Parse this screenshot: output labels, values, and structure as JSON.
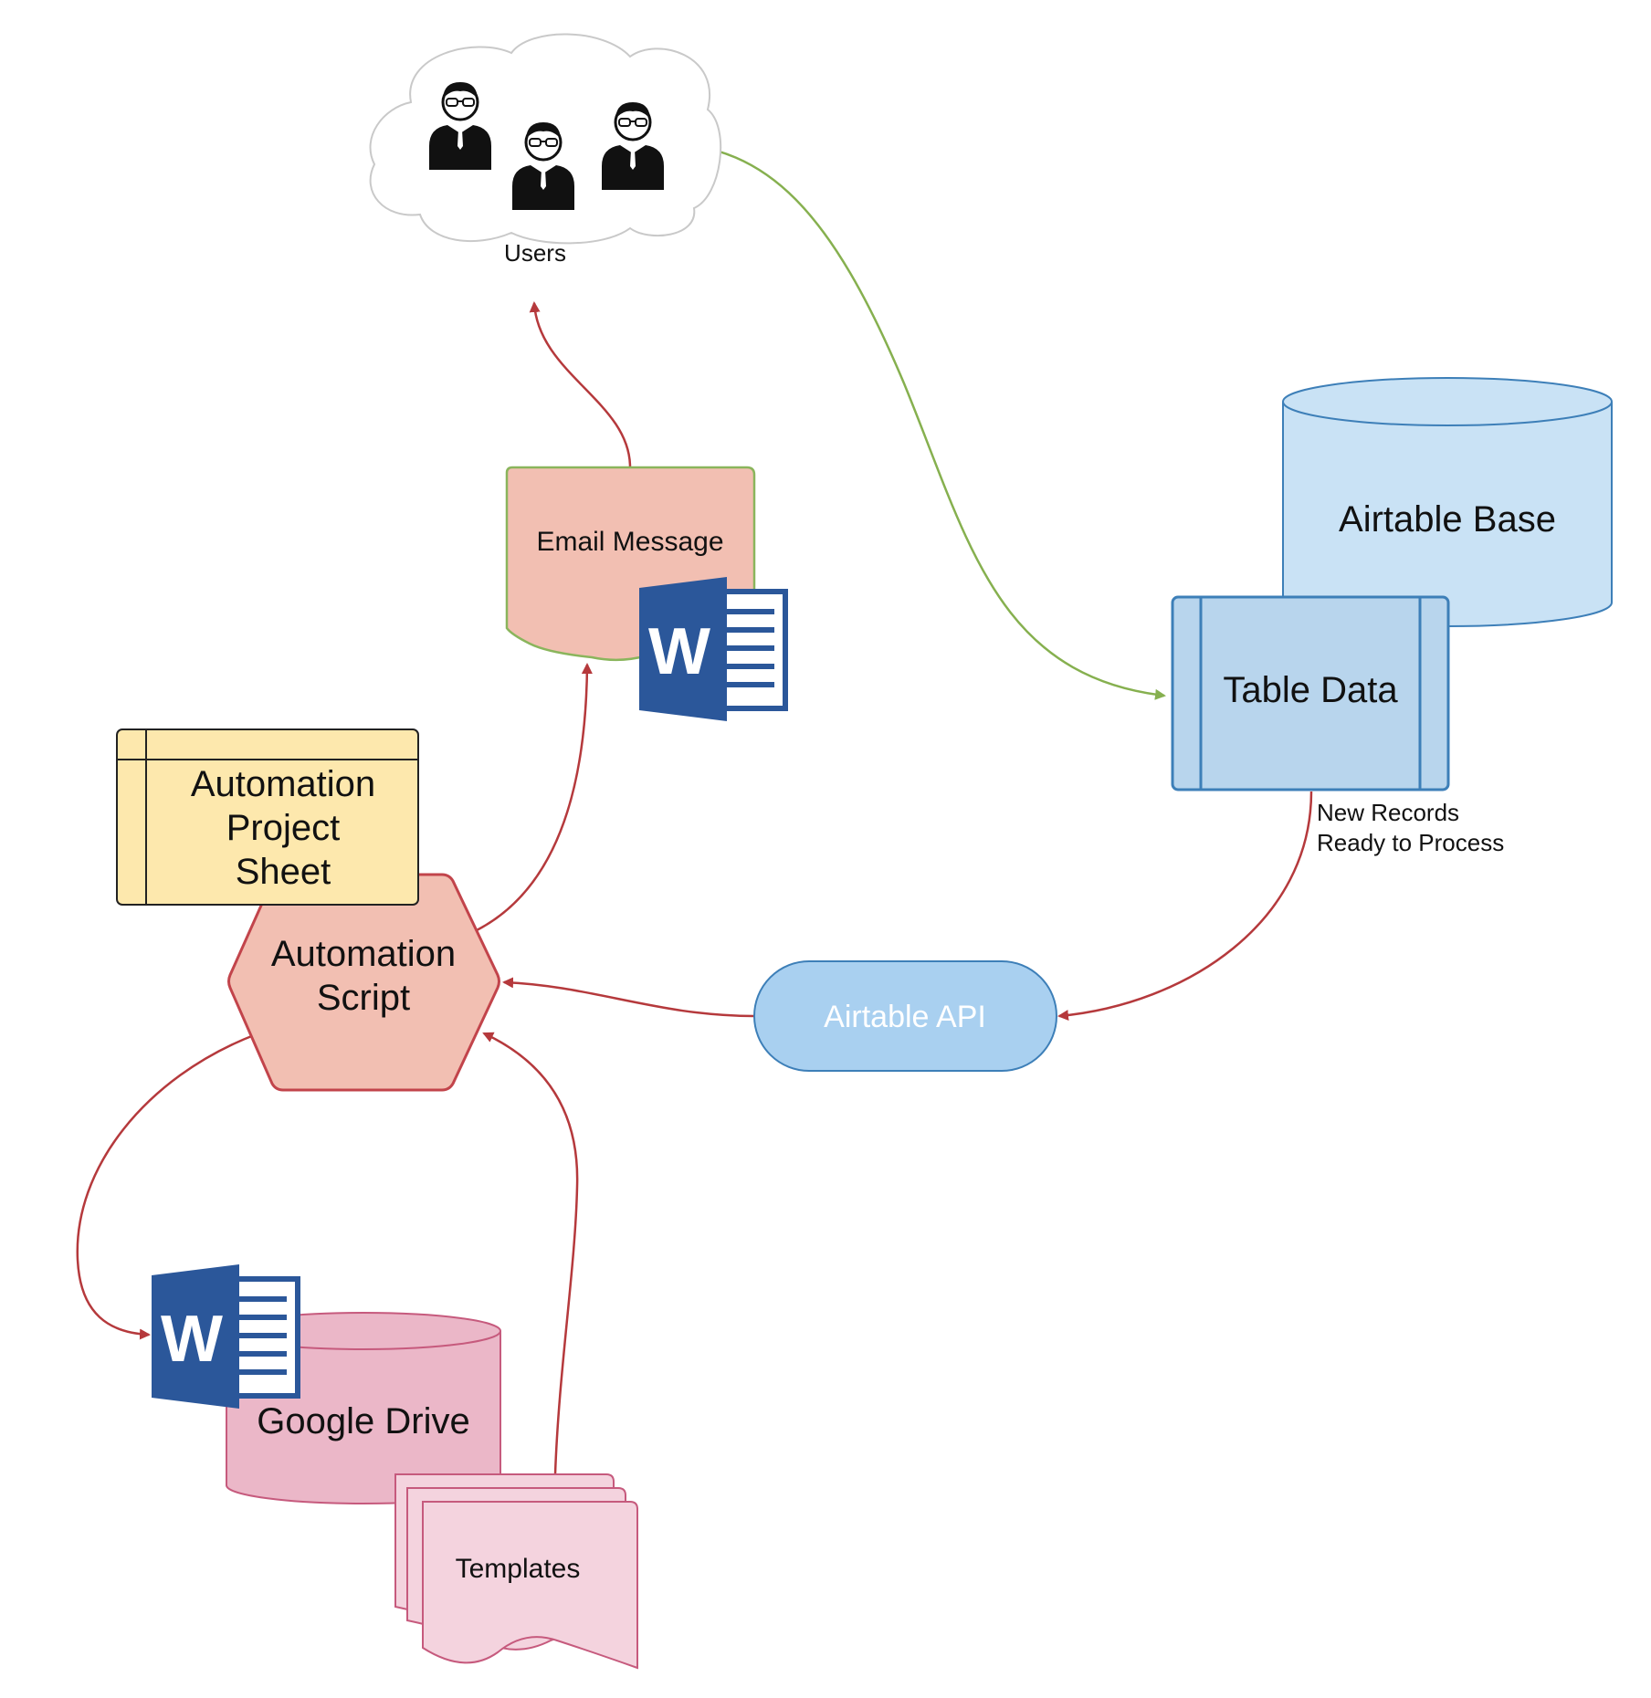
{
  "diagram": {
    "nodes": {
      "users": {
        "label": "Users"
      },
      "email": {
        "label": "Email Message"
      },
      "airtable_base": {
        "label": "Airtable Base"
      },
      "table_data": {
        "label": "Table Data"
      },
      "project_sheet": {
        "lines": [
          "Automation",
          "Project",
          "Sheet"
        ]
      },
      "automation_script": {
        "lines": [
          "Automation",
          "Script"
        ]
      },
      "airtable_api": {
        "label": "Airtable API"
      },
      "google_drive": {
        "label": "Google Drive"
      },
      "templates": {
        "label": "Templates"
      }
    },
    "edge_labels": {
      "new_records": [
        "New Records",
        "Ready to Process"
      ]
    },
    "icons": {
      "user": "person-with-glasses-icon",
      "word": "word-document-icon"
    },
    "word_icon_letter": "W",
    "colors": {
      "red_edge": "#b5393c",
      "green_edge": "#86b04f",
      "salmon_fill": "#f2bfb2",
      "salmon_stroke": "#c2444b",
      "email_stroke": "#8ab55c",
      "blue_fill": "#c9e2f5",
      "blue_stroke": "#3d7fb8",
      "table_fill": "#b8d5ed",
      "api_fill": "#a9d0f0",
      "yellow_fill": "#fde8ad",
      "pink_fill": "#ebb7c8",
      "pink_stroke": "#c65a7d",
      "templates_fill": "#f4d3de",
      "word_blue": "#2b579a"
    }
  }
}
